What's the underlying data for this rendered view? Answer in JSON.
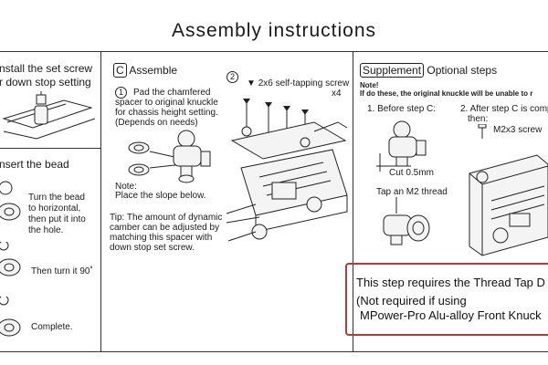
{
  "title": "Assembly instructions",
  "left": {
    "step_b_text_1": "nstall the set screw",
    "step_b_text_2": "r down stop setting",
    "step_insert": "nsert the bead",
    "bead_1": "Turn the bead",
    "bead_2": "to horizontal,",
    "bead_3": "then put it into",
    "bead_4": "the hole.",
    "bead_turn": "Then turn it 90˚",
    "bead_complete": "Complete."
  },
  "middle": {
    "letter": "C",
    "heading": "Assemble",
    "step1_num": "1",
    "step1_1": "Pad the chamfered",
    "step1_2": "spacer to original knuckle",
    "step1_3": "for chassis height setting.",
    "step1_4": "(Depends on needs)",
    "note_1": "Note:",
    "note_2": "Place the slope below.",
    "tip_1": "Tip: The amount of dynamic",
    "tip_2": "camber can be adjusted by",
    "tip_3": "matching this spacer with",
    "tip_4": "down stop set screw.",
    "step2_num": "2",
    "screw": "2x6 self-tapping screw",
    "screw_qty": "x4"
  },
  "right": {
    "supplement": "Supplement",
    "heading": "Optional steps",
    "note_1": "Note!",
    "note_2": "If do these, the original knuckle will be unable to r",
    "before": "1. Before step C:",
    "after_1": "2. After step C is comp",
    "after_2": "then:",
    "m2x3": "M2x3 screw",
    "cut": "Cut 0.5mm",
    "tap": "Tap an M2 thread",
    "red_1": "This step requires the Thread Tap D",
    "red_2": "(Not required if using",
    "red_3": "MPower-Pro Alu-alloy Front Knuck"
  }
}
